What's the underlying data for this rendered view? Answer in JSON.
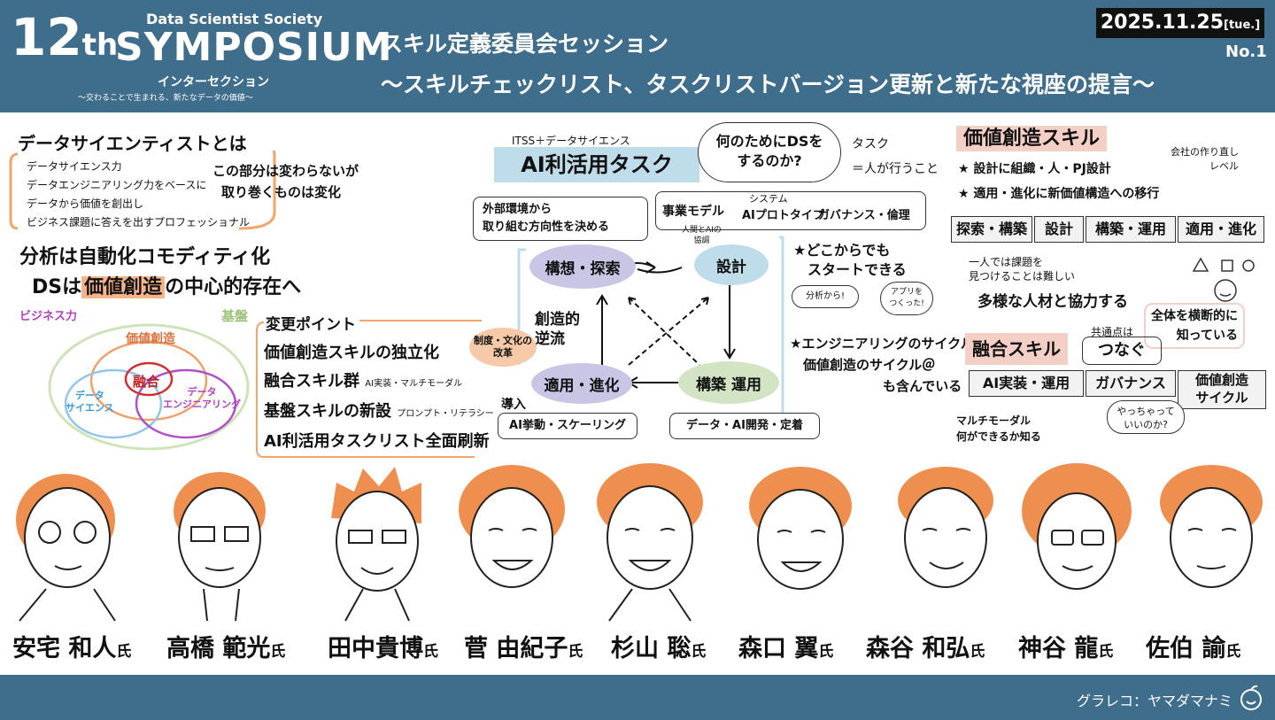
{
  "header": {
    "num": "12",
    "num_suffix": "th",
    "org": "Data Scientist Society",
    "symposium": "SYMPOSIUM",
    "subtitle": "インターセクション",
    "tagline": "〜交わることで生まれる、新たなデータの価値〜",
    "title_line1": "スキル定義委員会セッション",
    "title_line2": "〜スキルチェックリスト、タスクリストバージョン更新と新たな視座の提言〜",
    "date": "2025.11.25",
    "day": "[tue.]",
    "sheet_no": "No.1"
  },
  "left": {
    "ds_heading": "データサイエンティストとは",
    "ds_lines": [
      "データサイエンス力",
      "データエンジニアリング力をベースに",
      "データから価値を創出し",
      "ビジネス課題に答えを出すプロフェッショナル"
    ],
    "unchanged": "この部分は変わらないが",
    "changing": "取り巻くものは変化",
    "commodity": "分析は自動化コモディティ化",
    "center_pre": "DSは",
    "center_hl": "価値創造",
    "center_post": "の中心的存在へ"
  },
  "venn": {
    "biz": "ビジネス力",
    "base": "基盤",
    "value": "価値創造",
    "fusion": "融合",
    "ds": "データ\nサイエンス",
    "de": "データ\nエンジニアリング"
  },
  "changes": {
    "heading": "変更ポイント",
    "items": [
      {
        "main": "価値創造スキルの独立化",
        "note": ""
      },
      {
        "main": "融合スキル群",
        "note": "AI実装・マルチモーダル"
      },
      {
        "main": "基盤スキルの新設",
        "note": "プロンプト・リテラシー"
      },
      {
        "main": "AI利活用タスクリスト全面刷新",
        "note": ""
      }
    ]
  },
  "center": {
    "itss": "ITSS＋データサイエンス",
    "task_title": "AI利活用タスク",
    "bubble": "何のためにDSをするのか?",
    "task_note1": "タスク",
    "task_note2": "＝人が行うこと",
    "env": "外部環境から\n取り組む方向性を決める",
    "biz_model": "事業モデル",
    "system": "システム",
    "ai_proto": "AIプロトタイプ",
    "governance": "ガバナンス・倫理",
    "collab": "人間とAIの\n協調",
    "node_plan": "構想・探索",
    "node_design": "設計",
    "node_build": "構築 運用",
    "node_apply": "適用・進化",
    "creative": "創造的\n逆流",
    "system_culture": "制度・文化の\n改革",
    "intro": "導入",
    "ai_behavior": "AI挙動・スケーリング",
    "data_dev": "データ・AI開発・定着"
  },
  "start": {
    "anywhere": "★どこからでも\n　スタートできる",
    "from_analysis": "分析から!",
    "from_app": "アプリを\nつくった!",
    "cycles": "★エンジニアリングのサイクル＠\n　価値創造のサイクル＠\n　　　　　　　も含んでいる"
  },
  "right": {
    "value_skill": "価値創造スキル",
    "bullet1": "★ 設計に組織・人・PJ設計",
    "bullet2": "★ 適用・進化に新価値構造への移行",
    "company_note": "会社の作り直し\nレベル",
    "steps": [
      "探索・構築",
      "設計",
      "構築・運用",
      "適用・進化"
    ],
    "alone": "一人では課題を\n見つけることは難しい",
    "diverse": "多様な人材と協力する",
    "cross": "全体を横断的に\n知っている",
    "fusion_skill": "融合スキル",
    "common": "共通点は",
    "connect": "つなぐ",
    "fusion_steps": [
      "AI実装・運用",
      "ガバナンス",
      "価値創造\nサイクル"
    ],
    "really": "やっちゃって\nいいのか?",
    "multimodal": "マルチモーダル\n何ができるか知る"
  },
  "people": [
    {
      "name": "安宅 和人",
      "suffix": "氏"
    },
    {
      "name": "高橋 範光",
      "suffix": "氏"
    },
    {
      "name": "田中貴博",
      "suffix": "氏"
    },
    {
      "name": "菅 由紀子",
      "suffix": "氏"
    },
    {
      "name": "杉山 聡",
      "suffix": "氏"
    },
    {
      "name": "森口 翼",
      "suffix": "氏"
    },
    {
      "name": "森谷 和弘",
      "suffix": "氏"
    },
    {
      "name": "神谷 龍",
      "suffix": "氏"
    },
    {
      "name": "佐伯 諭",
      "suffix": "氏"
    }
  ],
  "footer": {
    "credit": "グラレコ：ヤマダマナミ"
  },
  "colors": {
    "header_bg": "#3f6d8c",
    "hair": "#ef8f4f",
    "highlight_pink": "#f4cfc6",
    "node_purple": "#c8c6e4",
    "node_blue": "#bfdceb",
    "node_green": "#d3e4c4"
  }
}
